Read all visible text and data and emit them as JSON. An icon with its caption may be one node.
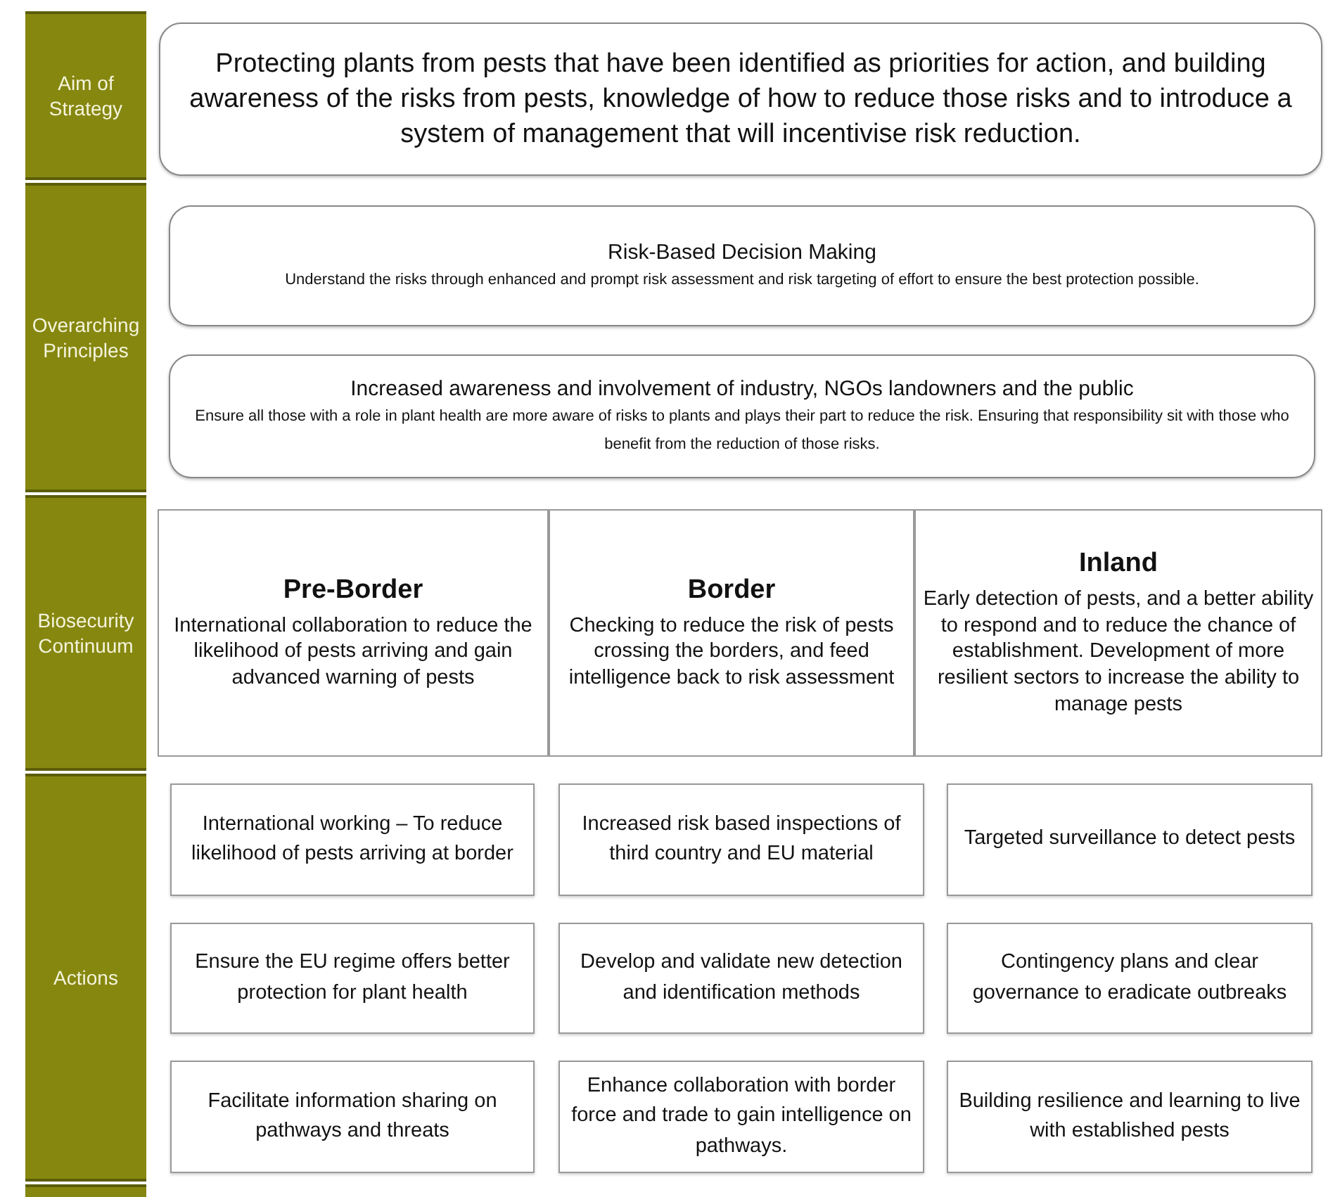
{
  "diagram": {
    "nodes": [
      {
        "text": [
          "Aim of Strategy"
        ]
      },
      {
        "text": [
          "Protecting plants from pests that have been identified as priorities for action, and building awareness of the risks from pests, knowledge of how to reduce those risks and to introduce a system of management that will incentivise risk reduction."
        ]
      },
      {
        "text": [
          "Overarching Principles"
        ]
      },
      {
        "text": [
          "Risk-Based Decision Making",
          "Understand the risks through enhanced and prompt risk assessment and risk targeting of effort to ensure the best protection possible."
        ]
      },
      {
        "text": [
          "Increased awareness and involvement of industry, NGOs landowners and the public",
          "Ensure all those with a role in plant health are more aware of risks to plants and plays their part to reduce the risk. Ensuring that responsibility sit with those who benefit from the reduction of those risks."
        ]
      },
      {
        "text": [
          "Biosecurity Continuum"
        ]
      },
      {
        "text": [
          "Pre-Border",
          "International collaboration to reduce the likelihood of pests arriving and gain advanced warning of pests"
        ]
      },
      {
        "text": [
          "Border",
          "Checking  to reduce the risk of pests crossing the borders, and feed intelligence back to risk assessment"
        ]
      },
      {
        "text": [
          "Inland",
          "Early detection of pests, and a better ability to respond and to reduce the chance of establishment. Development of more resilient sectors to increase the ability to manage pests"
        ]
      },
      {
        "text": [
          "Actions"
        ]
      },
      {
        "text": [
          "International working – To reduce likelihood of pests arriving at border"
        ]
      },
      {
        "text": [
          "Increased risk based inspections of third country and EU material"
        ]
      },
      {
        "text": [
          "Targeted surveillance to detect pests"
        ]
      },
      {
        "text": [
          "Ensure the EU regime offers better protection for plant health"
        ]
      },
      {
        "text": [
          "Develop and validate new detection and identification methods"
        ]
      },
      {
        "text": [
          "Contingency plans and clear governance to eradicate outbreaks"
        ]
      },
      {
        "text": [
          "Facilitate information sharing on pathways and threats"
        ]
      },
      {
        "text": [
          "Enhance collaboration with border force and trade to gain intelligence on pathways."
        ]
      },
      {
        "text": [
          "Building resilience and learning to live with established pests"
        ]
      }
    ]
  }
}
